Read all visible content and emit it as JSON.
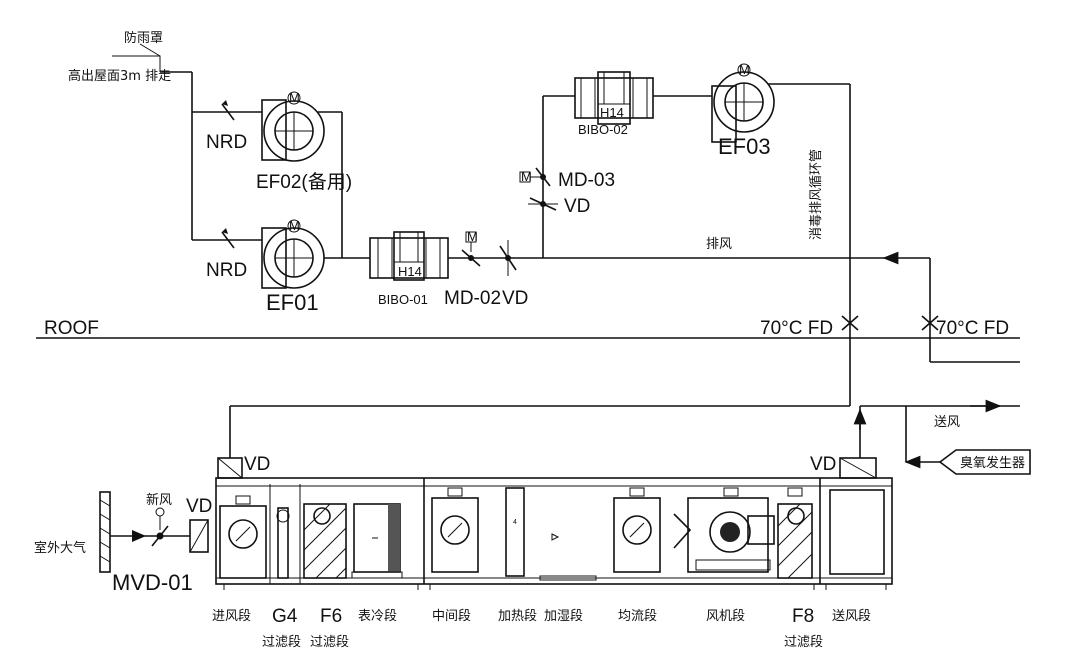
{
  "labels": {
    "rain_hood": "防雨罩",
    "discharge": "高出屋面3m 排走",
    "nrd_top": "NRD",
    "nrd_bottom": "NRD",
    "ef02": "EF02(备用)",
    "ef01": "EF01",
    "ef03": "EF03",
    "bibo01": "BIBO-01",
    "bibo02": "BIBO-02",
    "h14_1": "H14",
    "h14_2": "H14",
    "md02": "MD-02",
    "vd_md02": "VD",
    "md03": "MD-03",
    "vd_md03": "VD",
    "exhaust": "排风",
    "loop_exhaust": "消毒排风循环管",
    "roof": "ROOF",
    "fd_left": "70°C FD",
    "fd_right": "70°C FD",
    "supply_air": "送风",
    "ozone": "臭氧发生器",
    "vd_left": "VD",
    "vd_right": "VD",
    "fresh_air": "新风",
    "vd_fresh": "VD",
    "outdoor_air": "室外大气",
    "mvd01": "MVD-01",
    "m1": "M",
    "m2": "M",
    "m3": "M",
    "m4": "M",
    "m5": "M"
  },
  "sections": [
    {
      "line1": "进风段",
      "line2": ""
    },
    {
      "line1": "G4",
      "line2": "过滤段"
    },
    {
      "line1": "F6",
      "line2": "过滤段"
    },
    {
      "line1": "表冷段",
      "line2": ""
    },
    {
      "line1": "中间段",
      "line2": ""
    },
    {
      "line1": "加热段",
      "line2": ""
    },
    {
      "line1": "加湿段",
      "line2": ""
    },
    {
      "line1": "均流段",
      "line2": ""
    },
    {
      "line1": "风机段",
      "line2": ""
    },
    {
      "line1": "F8",
      "line2": "过滤段"
    },
    {
      "line1": "送风段",
      "line2": ""
    }
  ]
}
